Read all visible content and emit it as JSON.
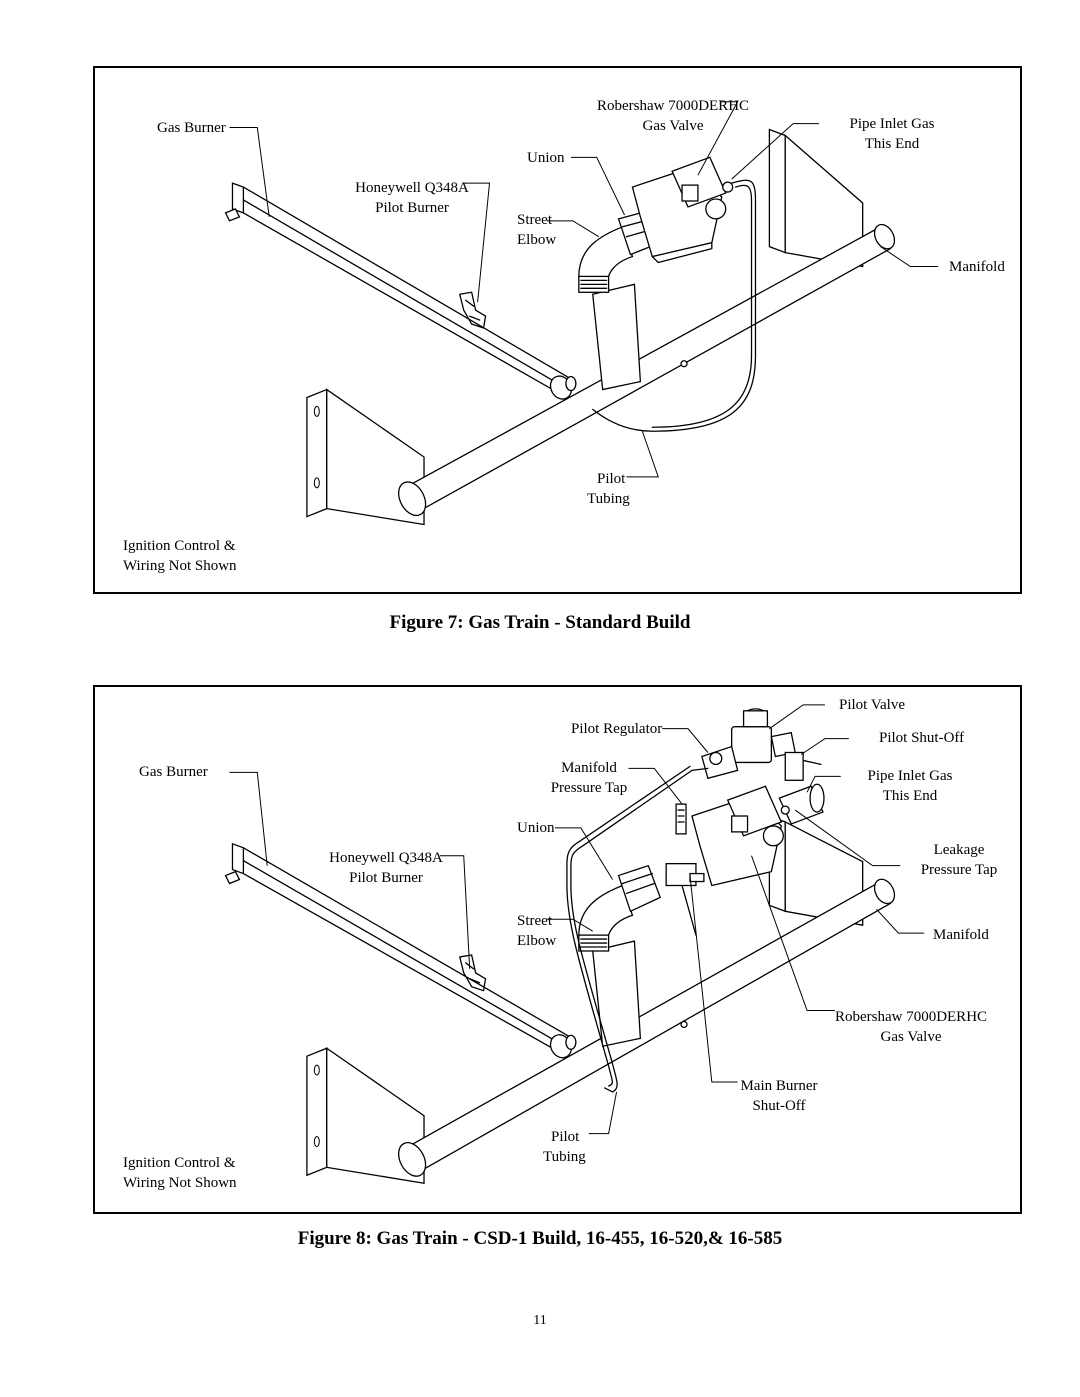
{
  "figure7": {
    "caption": "Figure  7: Gas Train -  Standard Build",
    "labels": {
      "gas_burner": "Gas Burner",
      "robershaw_l1": "Robershaw 7000DERHC",
      "robershaw_l2": "Gas Valve",
      "pipe_inlet_l1": "Pipe Inlet Gas",
      "pipe_inlet_l2": "This End",
      "union": "Union",
      "honeywell_l1": "Honeywell Q348A",
      "honeywell_l2": "Pilot Burner",
      "street_elbow_l1": "Street",
      "street_elbow_l2": "Elbow",
      "manifold": "Manifold",
      "pilot_tubing_l1": "Pilot",
      "pilot_tubing_l2": "Tubing",
      "ignition_l1": "Ignition Control &",
      "ignition_l2": "Wiring Not Shown"
    }
  },
  "figure8": {
    "caption": "Figure 8:  Gas Train - CSD-1 Build, 16-455, 16-520,& 16-585",
    "labels": {
      "pilot_valve": "Pilot Valve",
      "pilot_regulator": "Pilot Regulator",
      "pilot_shutoff": "Pilot Shut-Off",
      "gas_burner": "Gas Burner",
      "manifold_tap_l1": "Manifold",
      "manifold_tap_l2": "Pressure Tap",
      "pipe_inlet_l1": "Pipe Inlet Gas",
      "pipe_inlet_l2": "This End",
      "union": "Union",
      "leakage_l1": "Leakage",
      "leakage_l2": "Pressure Tap",
      "honeywell_l1": "Honeywell Q348A",
      "honeywell_l2": "Pilot Burner",
      "street_elbow_l1": "Street",
      "street_elbow_l2": "Elbow",
      "manifold": "Manifold",
      "robershaw_l1": "Robershaw 7000DERHC",
      "robershaw_l2": "Gas Valve",
      "main_burner_l1": "Main Burner",
      "main_burner_l2": "Shut-Off",
      "pilot_tubing_l1": "Pilot",
      "pilot_tubing_l2": "Tubing",
      "ignition_l1": "Ignition Control &",
      "ignition_l2": "Wiring Not Shown"
    }
  },
  "page_number": "11"
}
